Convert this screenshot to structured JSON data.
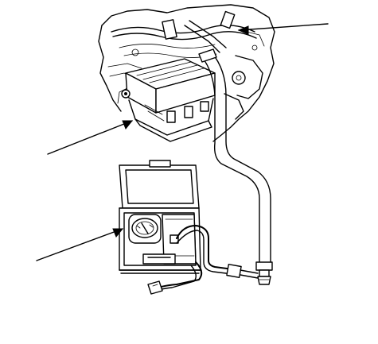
{
  "diagram": {
    "callouts": [
      {
        "id": "upper-right",
        "label": ""
      },
      {
        "id": "left-middle",
        "label": ""
      },
      {
        "id": "left-lower",
        "label": ""
      }
    ],
    "components": [
      "engine-bay",
      "evap-canister",
      "vacuum-hose",
      "pressure-tester-kit",
      "vacuum-gauge",
      "hose-fitting"
    ]
  }
}
